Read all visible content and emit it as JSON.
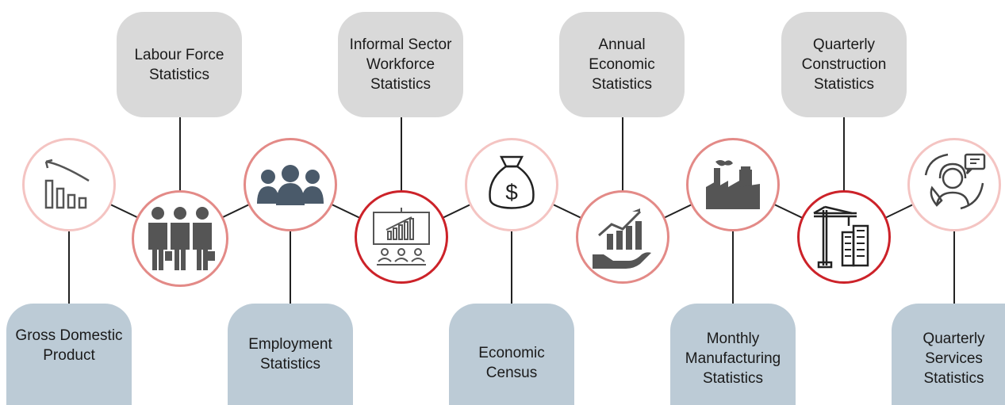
{
  "diagram": {
    "topics": [
      {
        "id": "gdp",
        "label": "Gross Domestic Product",
        "lines": [
          "Gross Domestic",
          "Product"
        ],
        "position": "bottom",
        "icon": "declining-bar-chart-icon",
        "ring": "pale"
      },
      {
        "id": "labour",
        "label": "Labour Force Statistics",
        "lines": [
          "Labour Force",
          "Statistics"
        ],
        "position": "top",
        "icon": "workers-group-icon",
        "ring": "mid"
      },
      {
        "id": "employment",
        "label": "Employment Statistics",
        "lines": [
          "Employment",
          "Statistics"
        ],
        "position": "bottom",
        "icon": "team-people-icon",
        "ring": "mid"
      },
      {
        "id": "informal",
        "label": "Informal Sector Workforce Statistics",
        "lines": [
          "Informal Sector",
          "Workforce",
          "Statistics"
        ],
        "position": "top",
        "icon": "presentation-board-icon",
        "ring": "dark"
      },
      {
        "id": "census",
        "label": "Economic Census",
        "lines": [
          "Economic",
          "Census"
        ],
        "position": "bottom",
        "icon": "money-bag-icon",
        "ring": "pale"
      },
      {
        "id": "annual",
        "label": "Annual Economic Statistics",
        "lines": [
          "Annual",
          "Economic",
          "Statistics"
        ],
        "position": "top",
        "icon": "growth-chart-hand-icon",
        "ring": "mid"
      },
      {
        "id": "manufacturing",
        "label": "Monthly Manufacturing Statistics",
        "lines": [
          "Monthly",
          "Manufacturing",
          "Statistics"
        ],
        "position": "bottom",
        "icon": "factory-icon",
        "ring": "mid"
      },
      {
        "id": "construction",
        "label": "Quarterly Construction Statistics",
        "lines": [
          "Quarterly",
          "Construction",
          "Statistics"
        ],
        "position": "top",
        "icon": "construction-crane-icon",
        "ring": "dark"
      },
      {
        "id": "services",
        "label": "Quarterly Services Statistics",
        "lines": [
          "Quarterly",
          "Services",
          "Statistics"
        ],
        "position": "bottom",
        "icon": "customer-service-icon",
        "ring": "pale"
      }
    ],
    "colors": {
      "top_box": "#d9d9d9",
      "bottom_box": "#bccbd6",
      "ring_pale": "#f4c4c2",
      "ring_mid": "#e38a87",
      "ring_dark": "#cc2229",
      "icon": "#555555",
      "line": "#222222"
    }
  }
}
